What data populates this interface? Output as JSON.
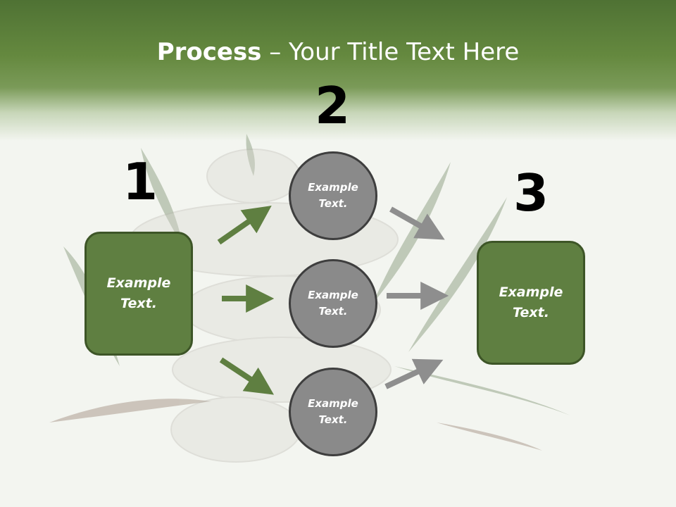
{
  "title": {
    "bold": "Process",
    "rest": " – Your Title Text Here"
  },
  "steps": [
    {
      "number": "1",
      "label": "Example\nText."
    },
    {
      "number": "2",
      "label": ""
    },
    {
      "number": "3",
      "label": "Example\nText."
    }
  ],
  "circles": [
    {
      "label": "Example\nText."
    },
    {
      "label": "Example\nText."
    },
    {
      "label": "Example\nText."
    }
  ],
  "colors": {
    "green_box": "#5f7f41",
    "gray_circle": "#8a8a8a",
    "green_arrow": "#5f7f41",
    "gray_arrow": "#8e8e8e"
  }
}
